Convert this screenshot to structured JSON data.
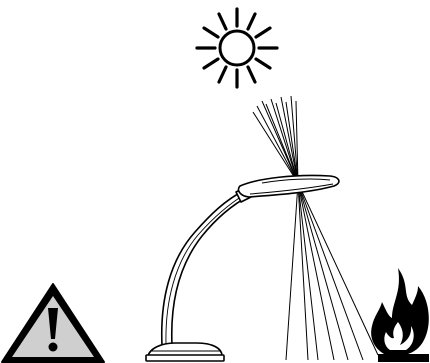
{
  "diagram": {
    "elements": [
      {
        "id": "sun",
        "icon": "sun-icon"
      },
      {
        "id": "sun-rays-into-lens",
        "icon": "converging-rays"
      },
      {
        "id": "desk-lamp",
        "icon": "desk-lamp-icon"
      },
      {
        "id": "focused-rays",
        "icon": "diverging-rays"
      },
      {
        "id": "warning-sign",
        "icon": "warning-triangle-icon"
      },
      {
        "id": "fire",
        "icon": "flame-icon"
      }
    ],
    "colors": {
      "ink": "#000000",
      "paper": "#ffffff",
      "warning_fill": "#cfcfcf"
    }
  }
}
